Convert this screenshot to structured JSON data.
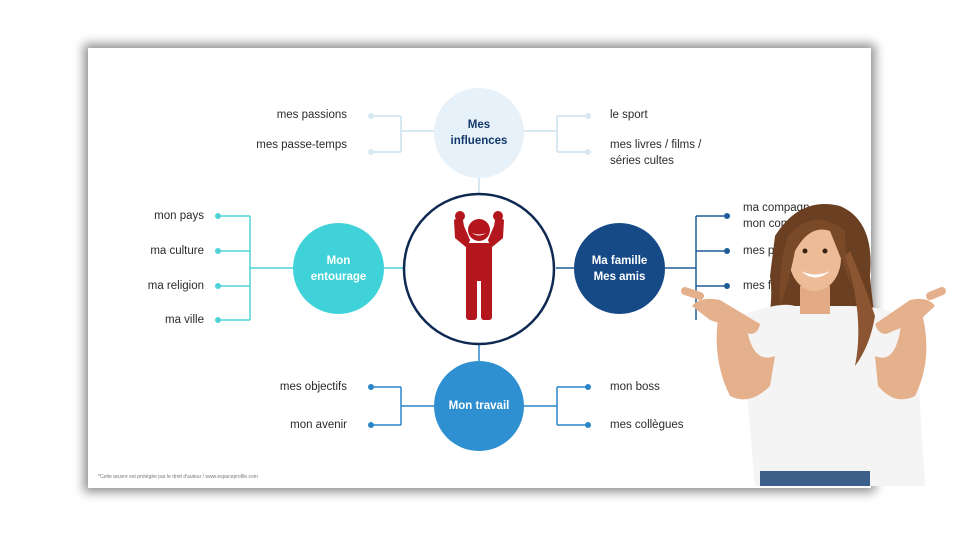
{
  "diagram": {
    "center_icon": "person-celebrating-icon",
    "colors": {
      "top": "#e6f1fa",
      "left": "#3fd2d8",
      "right": "#164a86",
      "bottom": "#2e8fd1",
      "center_ring": "#0f2a52",
      "figure": "#b3171d",
      "line_top": "#d8e8f2",
      "line_left": "#4fd3d8",
      "line_right": "#1e5c98",
      "line_bottom": "#2b86c8"
    },
    "top": {
      "title": "Mes\ninfluences",
      "left_items": [
        "mes passions",
        "mes passe-temps"
      ],
      "right_items": [
        "le sport",
        "mes livres / films /\nséries cultes"
      ]
    },
    "left": {
      "title": "Mon\nentourage",
      "items": [
        "mon pays",
        "ma culture",
        "ma religion",
        "ma ville"
      ]
    },
    "right": {
      "title": "Ma famille\nMes amis",
      "items": [
        "ma compagn\nmon com",
        "mes pa",
        "mes fré"
      ]
    },
    "bottom": {
      "title": "Mon travail",
      "left_items": [
        "mes objectifs",
        "mon avenir"
      ],
      "right_items": [
        "mon boss",
        "mes collègues"
      ]
    },
    "footer": "*Cette œuvre est protégée par le droit d'auteur / www.espaceprofile.com"
  },
  "photo": {
    "subject": "smiling-woman-pointing-at-herself"
  }
}
